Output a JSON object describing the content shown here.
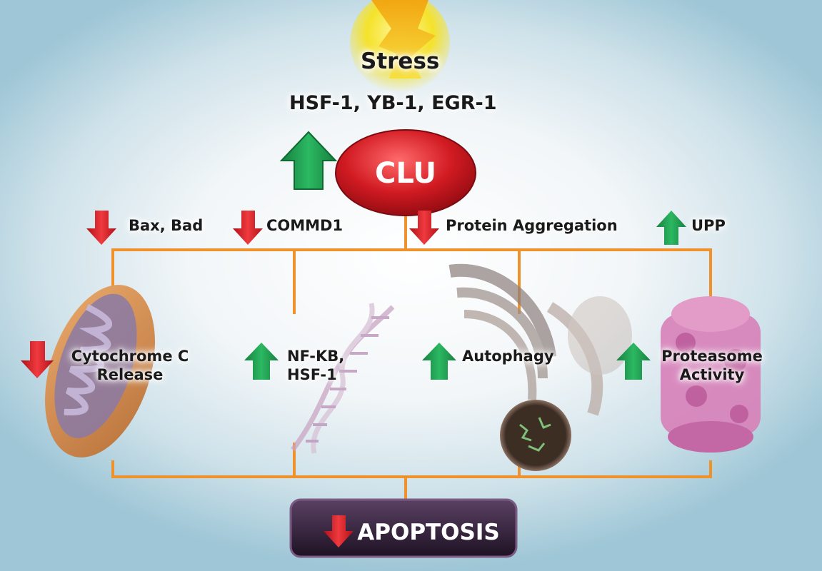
{
  "diagram": {
    "stress_label": "Stress",
    "transcription_factors": "HSF-1, YB-1, EGR-1",
    "central_node": "CLU",
    "top_effects": [
      {
        "label": "Bax, Bad",
        "direction": "down"
      },
      {
        "label": "COMMD1",
        "direction": "down"
      },
      {
        "label": "Protein Aggregation",
        "direction": "down"
      },
      {
        "label": "UPP",
        "direction": "up"
      }
    ],
    "branches": [
      {
        "label_line1": "Cytochrome C",
        "label_line2": "Release",
        "direction": "down"
      },
      {
        "label_line1": "NF-KB,",
        "label_line2": "HSF-1",
        "direction": "up"
      },
      {
        "label_line1": "Autophagy",
        "label_line2": "",
        "direction": "up"
      },
      {
        "label_line1": "Proteasome",
        "label_line2": "Activity",
        "direction": "up"
      }
    ],
    "outcome": {
      "label": "APOPTOSIS",
      "direction": "down"
    },
    "colors": {
      "connector": "#f0922c",
      "arrow_up": "#1f9a4e",
      "arrow_down": "#d8232a",
      "clu_fill": "#c8141c",
      "outcome_box": "#2c1a33"
    }
  }
}
